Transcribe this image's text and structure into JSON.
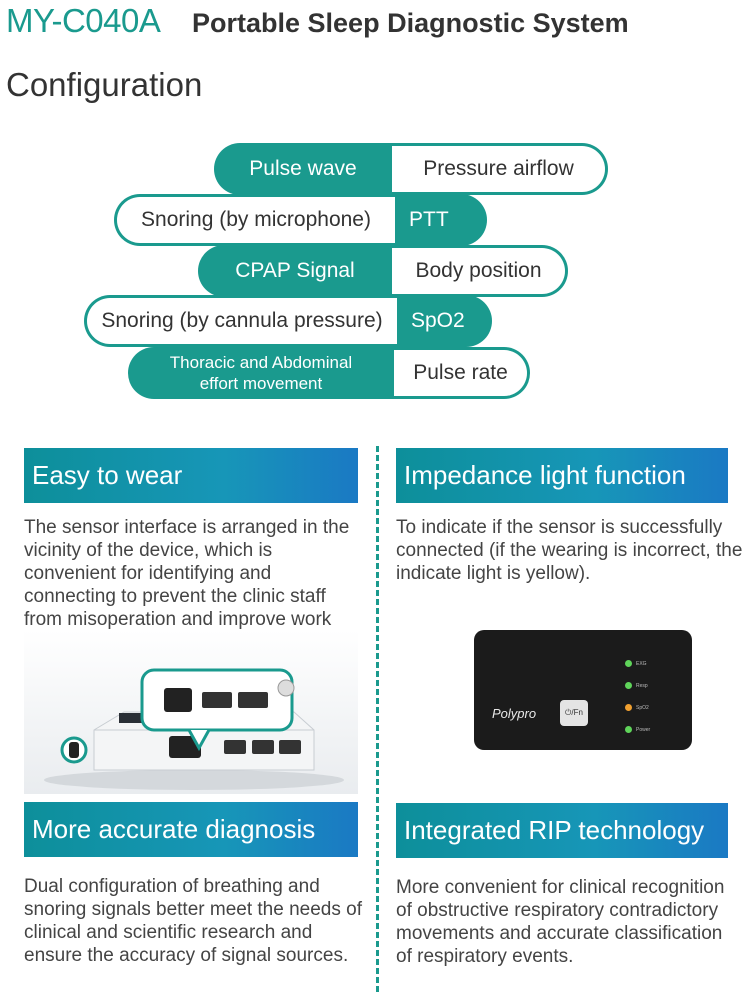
{
  "header": {
    "model": "MY-C040A",
    "subtitle": "Portable Sleep Diagnostic System",
    "section": "Configuration"
  },
  "config_rows": [
    {
      "filled": "Pulse wave",
      "outline": "Pressure airflow"
    },
    {
      "outline_main": "Snoring (",
      "outline_small": "by microphone",
      "outline_end": ")",
      "filled": "PTT"
    },
    {
      "filled": "CPAP Signal",
      "outline": "Body position"
    },
    {
      "outline_main": "Snoring ",
      "outline_small": "(by cannula pressure)",
      "filled": "SpO2"
    },
    {
      "filled_line1": "Thoracic and Abdominal",
      "filled_line2": "effort movement",
      "outline": "Pulse rate"
    }
  ],
  "features": {
    "easy_to_wear": {
      "title": "Easy to wear",
      "text": "The sensor interface is arranged in the vicinity of the device, which is convenient for identifying and connecting to prevent the clinic staff from misoperation and improve work efficiency."
    },
    "impedance": {
      "title": "Impedance light function",
      "text": "To indicate if the sensor is successfully connected (if the wearing is incorrect, the indicate light is yellow)."
    },
    "accurate": {
      "title": "More accurate diagnosis",
      "text": "Dual configuration of breathing and snoring signals better meet the needs of clinical and scientific research and ensure the accuracy of signal sources."
    },
    "rip": {
      "title": "Integrated RIP technology",
      "text": "More convenient for clinical recognition of obstructive respiratory contradictory movements and accurate classification of respiratory events."
    }
  },
  "device_panel": {
    "brand": "Polypro",
    "button": "⏻/Fn",
    "leds": [
      {
        "label": "EXG",
        "color": "#5fd45a"
      },
      {
        "label": "Resp",
        "color": "#5fd45a"
      },
      {
        "label": "SpO2",
        "color": "#f0a030"
      },
      {
        "label": "Power",
        "color": "#5fd45a"
      }
    ]
  },
  "colors": {
    "teal": "#1a9a8e",
    "banner_end": "#1a79c4"
  }
}
